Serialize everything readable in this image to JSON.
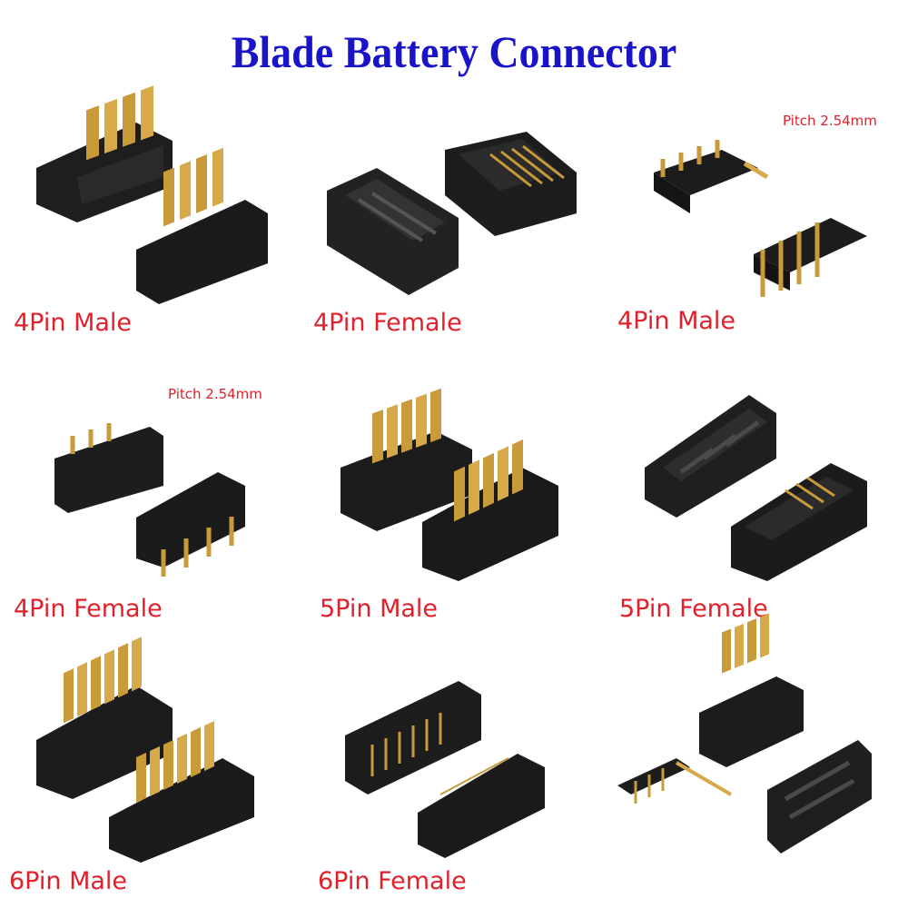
{
  "title": "Blade Battery Connector",
  "colors": {
    "title": "#1a14c8",
    "label": "#e0202a",
    "housing": "#1c1c1c",
    "gold": "#c99a3a"
  },
  "items": [
    {
      "label": "4Pin Male"
    },
    {
      "label": "4Pin Female"
    },
    {
      "label": "4Pin Male",
      "pitch": "Pitch 2.54mm"
    },
    {
      "label": "4Pin Female",
      "pitch": "Pitch 2.54mm"
    },
    {
      "label": "5Pin Male"
    },
    {
      "label": "5Pin Female"
    },
    {
      "label": "6Pin Male"
    },
    {
      "label": "6Pin Female"
    },
    {
      "label": ""
    }
  ]
}
